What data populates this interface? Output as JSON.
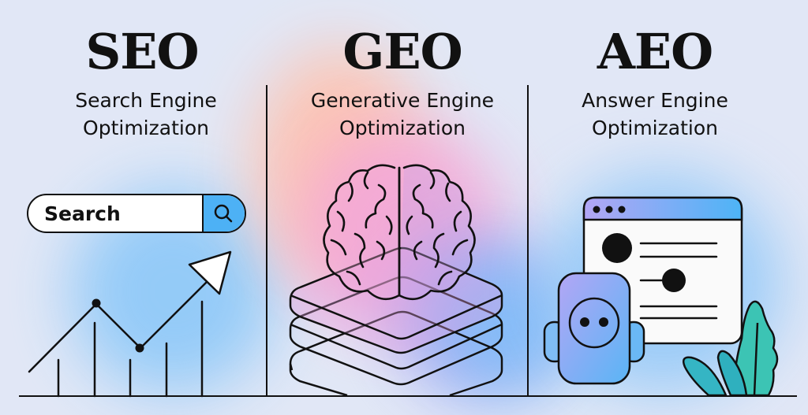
{
  "columns": [
    {
      "acronym": "SEO",
      "line1": "Search Engine",
      "line2": "Optimization"
    },
    {
      "acronym": "GEO",
      "line1": "Generative Engine",
      "line2": "Optimization"
    },
    {
      "acronym": "AEO",
      "line1": "Answer Engine",
      "line2": "Optimization"
    }
  ],
  "seo_illustration": {
    "search_box": {
      "value": "Search",
      "icon": "search-icon",
      "button_color": "#4db1f5"
    },
    "chart_icon": "trend-up-line-chart"
  },
  "geo_illustration": {
    "icons": [
      "brain-icon",
      "layer-stack-icon"
    ]
  },
  "aeo_illustration": {
    "icons": [
      "browser-window-icon",
      "robot-icon",
      "plant-icon"
    ],
    "plant_color": "#3cc4b4"
  },
  "colors": {
    "peach": "#ffc4b0",
    "pink": "#f5a9d6",
    "purple": "#b9a3f0",
    "blue": "#7fc4f8",
    "background": "#e1e7f6"
  }
}
